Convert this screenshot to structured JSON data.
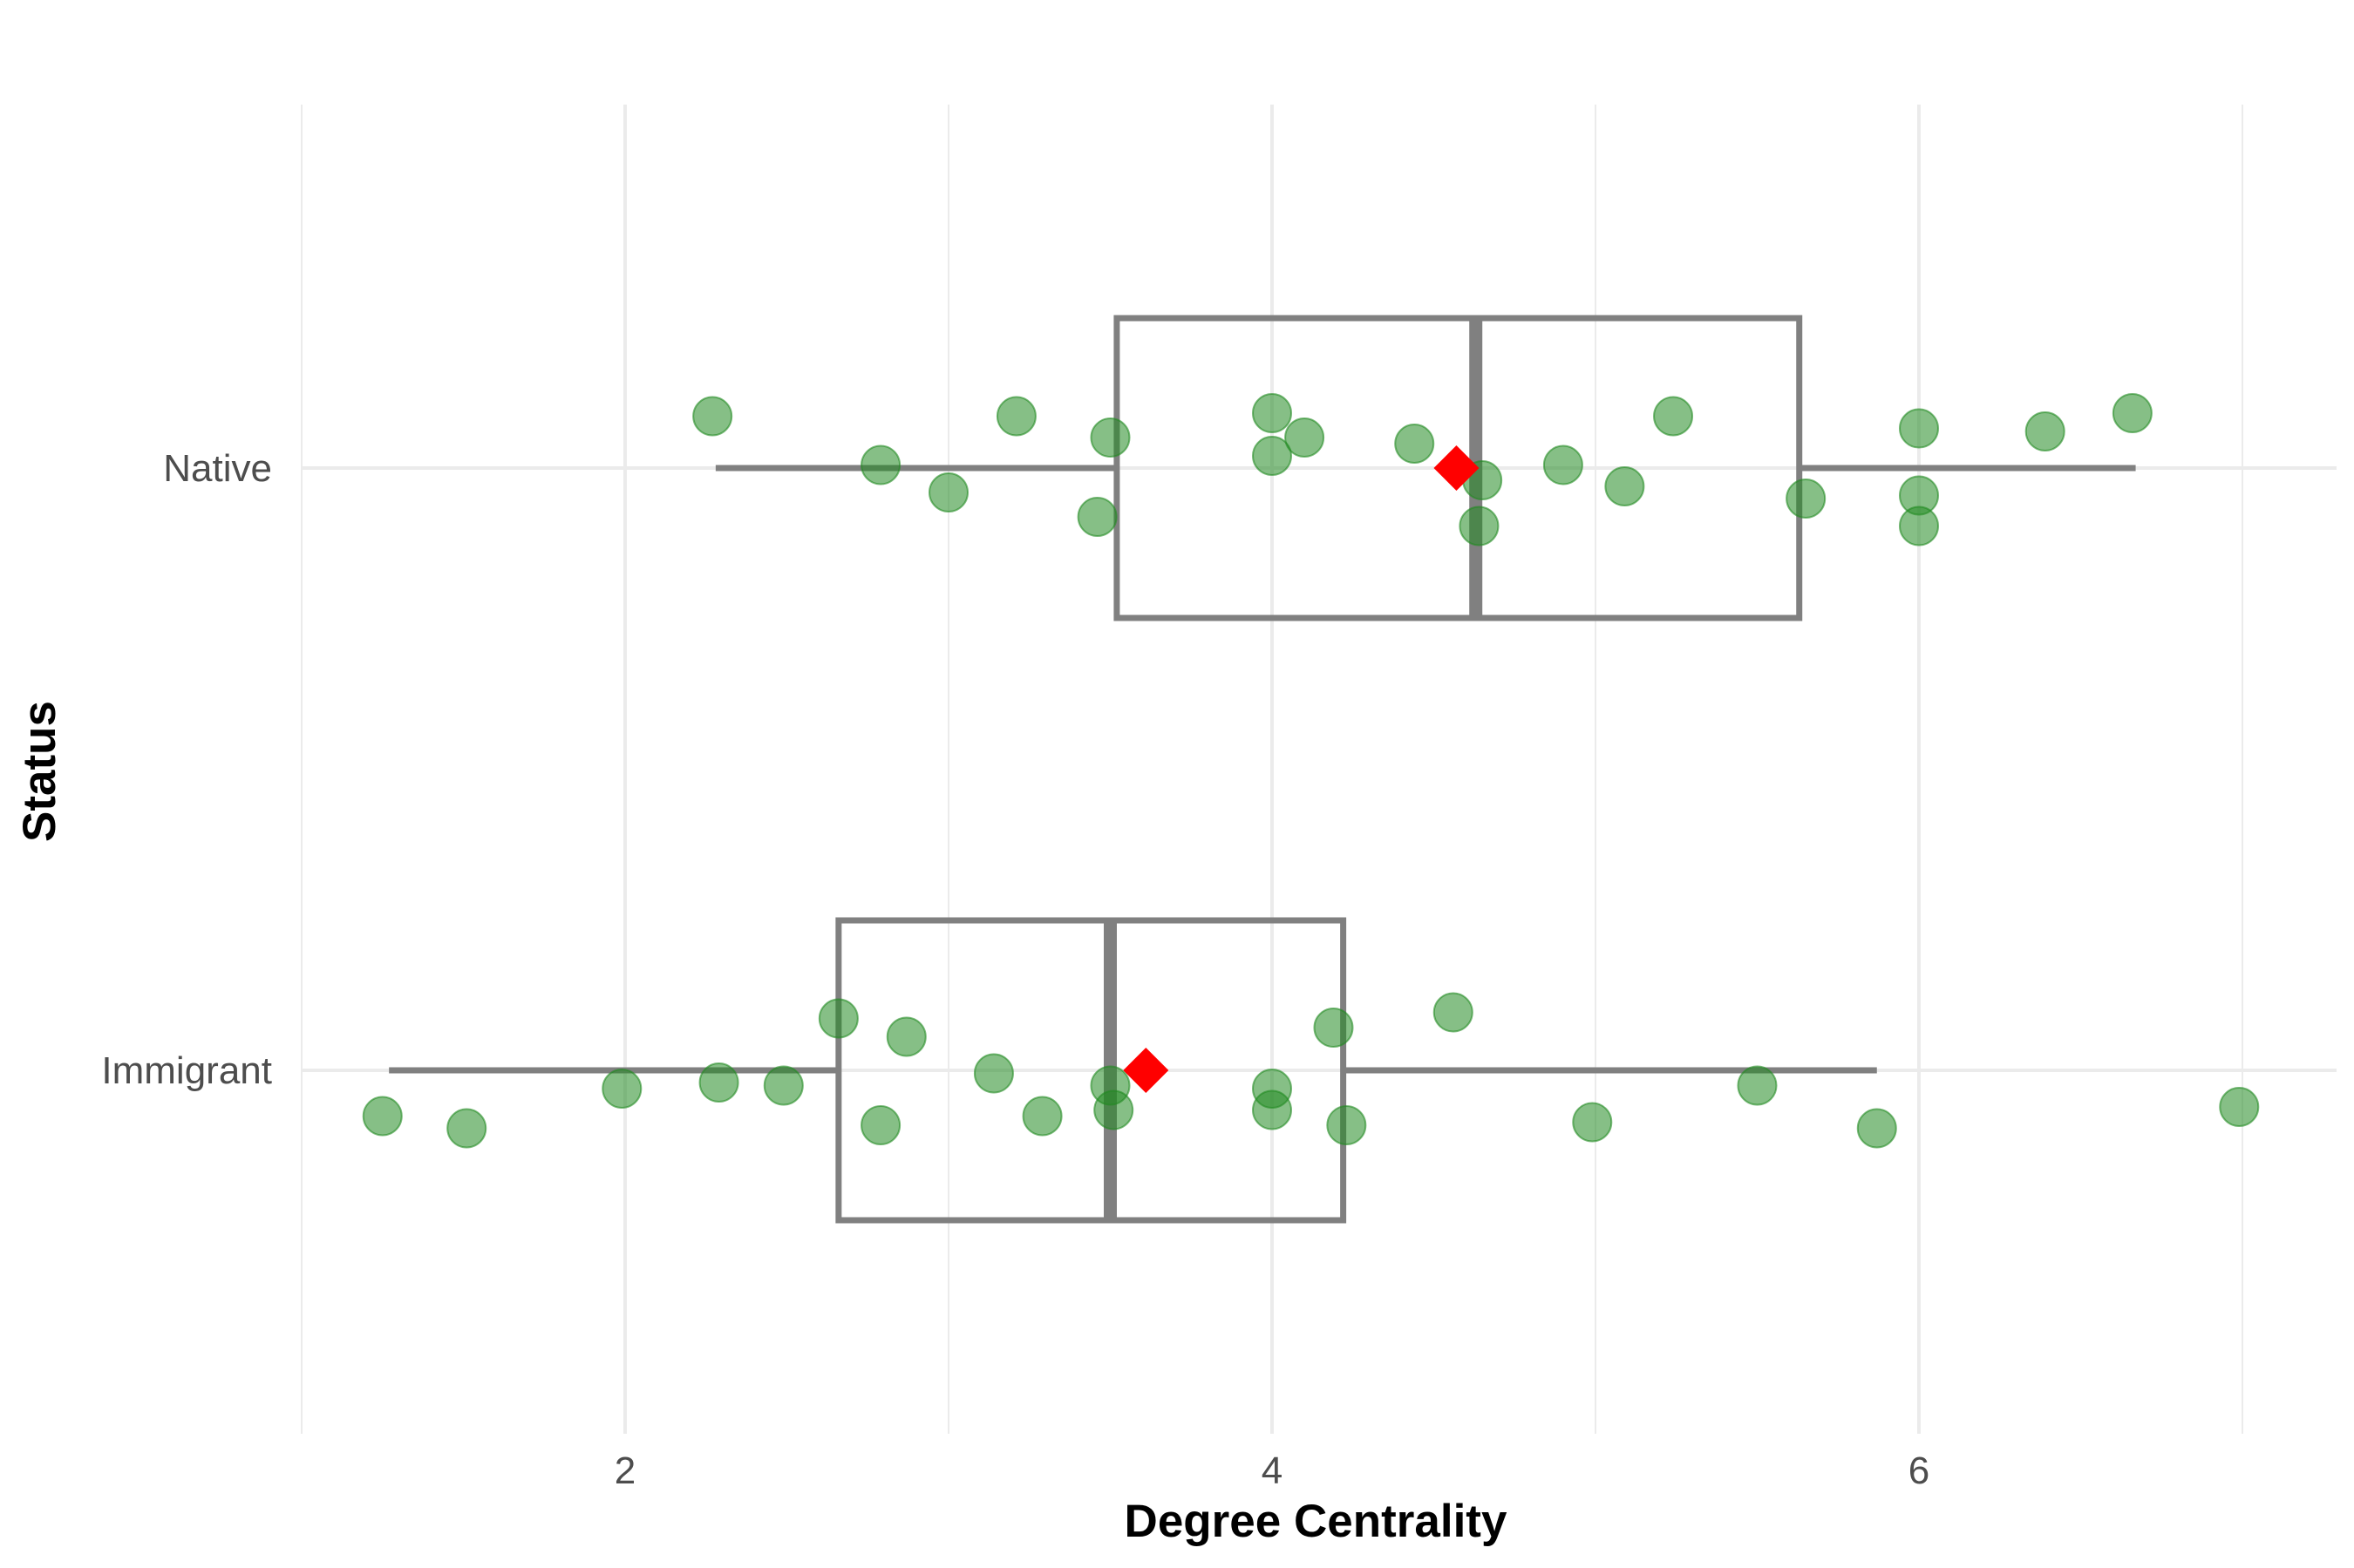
{
  "chart_data": {
    "type": "boxplot",
    "xlabel": "Degree Centrality",
    "ylabel": "Status",
    "xlim": [
      0.8,
      7.25
    ],
    "x_ticks": [
      2,
      4,
      6
    ],
    "x_tick_labels": [
      "2",
      "4",
      "6"
    ],
    "categories": [
      "Native",
      "Immigrant"
    ],
    "grid": true,
    "colors": {
      "point": "#228B22",
      "mean": "#FF0000",
      "box": "#808080",
      "grid": "#EBEBEB"
    },
    "series": [
      {
        "category": "Native",
        "box": {
          "min": 2.28,
          "q1": 3.52,
          "median": 4.63,
          "q3": 5.63,
          "max": 6.67
        },
        "mean": 4.57,
        "points": [
          {
            "x": 2.27,
            "y": 0.17
          },
          {
            "x": 2.79,
            "y": 0.01
          },
          {
            "x": 3.0,
            "y": -0.08
          },
          {
            "x": 3.21,
            "y": 0.17
          },
          {
            "x": 3.46,
            "y": -0.16
          },
          {
            "x": 3.5,
            "y": 0.1
          },
          {
            "x": 4.0,
            "y": 0.18
          },
          {
            "x": 4.0,
            "y": 0.04
          },
          {
            "x": 4.1,
            "y": 0.1
          },
          {
            "x": 4.44,
            "y": 0.08
          },
          {
            "x": 4.65,
            "y": -0.04
          },
          {
            "x": 4.64,
            "y": -0.19
          },
          {
            "x": 4.9,
            "y": 0.01
          },
          {
            "x": 5.09,
            "y": -0.06
          },
          {
            "x": 5.24,
            "y": 0.17
          },
          {
            "x": 5.65,
            "y": -0.1
          },
          {
            "x": 6.0,
            "y": 0.13
          },
          {
            "x": 6.0,
            "y": -0.09
          },
          {
            "x": 6.0,
            "y": -0.19
          },
          {
            "x": 6.39,
            "y": 0.12
          },
          {
            "x": 6.66,
            "y": 0.18
          }
        ]
      },
      {
        "category": "Immigrant",
        "box": {
          "min": 1.27,
          "q1": 2.66,
          "median": 3.5,
          "q3": 4.22,
          "max": 5.87
        },
        "mean": 3.61,
        "points": [
          {
            "x": 1.25,
            "y": -0.15
          },
          {
            "x": 1.51,
            "y": -0.19
          },
          {
            "x": 1.99,
            "y": -0.06
          },
          {
            "x": 2.29,
            "y": -0.04
          },
          {
            "x": 2.49,
            "y": -0.05
          },
          {
            "x": 2.66,
            "y": 0.17
          },
          {
            "x": 2.79,
            "y": -0.18
          },
          {
            "x": 2.87,
            "y": 0.11
          },
          {
            "x": 3.14,
            "y": -0.01
          },
          {
            "x": 3.29,
            "y": -0.15
          },
          {
            "x": 3.5,
            "y": -0.05
          },
          {
            "x": 3.51,
            "y": -0.13
          },
          {
            "x": 4.0,
            "y": -0.06
          },
          {
            "x": 4.0,
            "y": -0.13
          },
          {
            "x": 4.19,
            "y": 0.14
          },
          {
            "x": 4.23,
            "y": -0.18
          },
          {
            "x": 4.56,
            "y": 0.19
          },
          {
            "x": 4.99,
            "y": -0.17
          },
          {
            "x": 5.5,
            "y": -0.05
          },
          {
            "x": 5.87,
            "y": -0.19
          },
          {
            "x": 6.99,
            "y": -0.12
          }
        ]
      }
    ]
  }
}
